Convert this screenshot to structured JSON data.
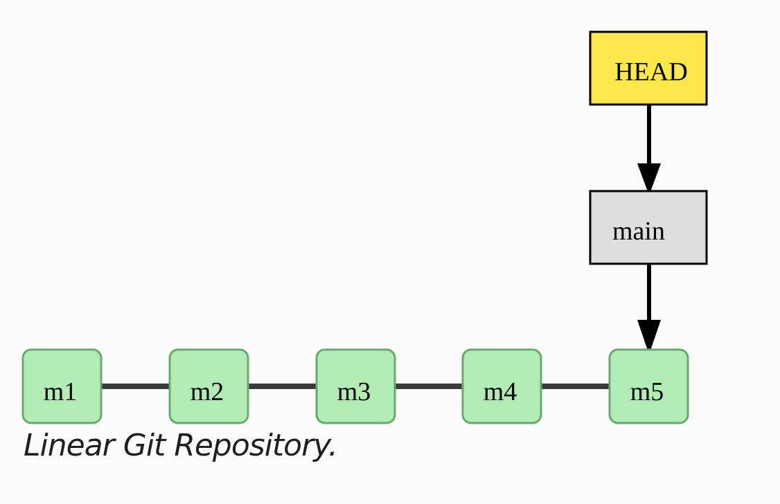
{
  "diagram": {
    "head_label": "HEAD",
    "branch_label": "main",
    "commits": [
      "m1",
      "m2",
      "m3",
      "m4",
      "m5"
    ]
  },
  "caption": "Linear Git Repository.",
  "colors": {
    "head_fill": "#fde74c",
    "branch_fill": "#dedede",
    "commit_fill": "#b0ecb4",
    "commit_stroke": "#6aa96d",
    "edge": "#3a3a3a",
    "arrow": "#000000"
  }
}
